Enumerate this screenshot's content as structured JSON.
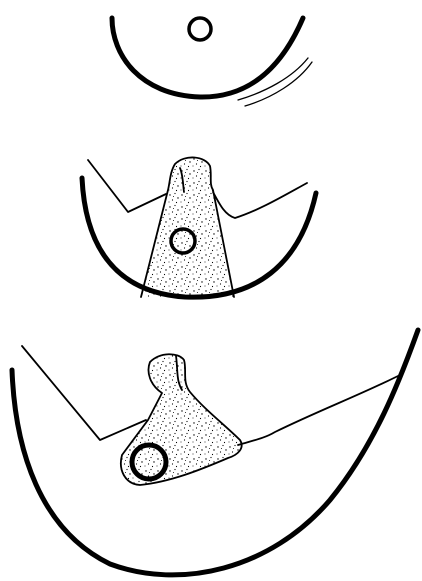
{
  "figure": {
    "panels": [
      {
        "stage": "top"
      },
      {
        "stage": "middle"
      },
      {
        "stage": "bottom"
      }
    ],
    "colors": {
      "ink": "#000000",
      "background": "#ffffff"
    }
  }
}
